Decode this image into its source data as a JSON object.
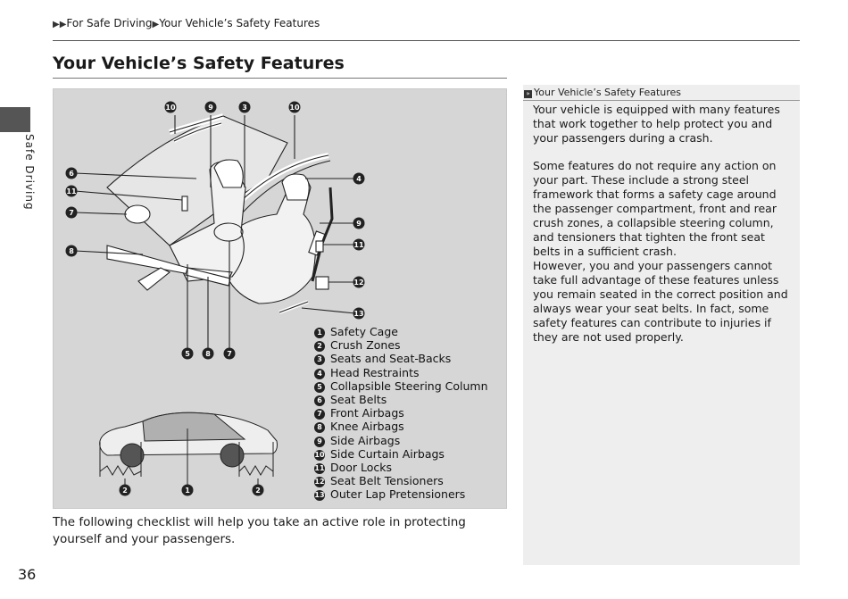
{
  "breadcrumb": {
    "items": [
      "For Safe Driving",
      "Your Vehicle’s Safety Features"
    ]
  },
  "title": "Your Vehicle’s Safety Features",
  "side_tab": "Safe Driving",
  "figure": {
    "callout_numbers": {
      "n1": "1",
      "n2": "2",
      "n3": "3",
      "n4": "4",
      "n5": "5",
      "n6": "6",
      "n7": "7",
      "n8": "8",
      "n9": "9",
      "n10": "10",
      "n11": "11",
      "n12": "12",
      "n13": "13"
    },
    "legend": [
      {
        "num": "1",
        "label": "Safety Cage"
      },
      {
        "num": "2",
        "label": "Crush Zones"
      },
      {
        "num": "3",
        "label": "Seats and Seat-Backs"
      },
      {
        "num": "4",
        "label": "Head Restraints"
      },
      {
        "num": "5",
        "label": "Collapsible Steering Column"
      },
      {
        "num": "6",
        "label": "Seat Belts"
      },
      {
        "num": "7",
        "label": "Front Airbags"
      },
      {
        "num": "8",
        "label": "Knee Airbags"
      },
      {
        "num": "9",
        "label": "Side Airbags"
      },
      {
        "num": "10",
        "label": "Side Curtain Airbags"
      },
      {
        "num": "11",
        "label": "Door Locks"
      },
      {
        "num": "12",
        "label": "Seat Belt Tensioners"
      },
      {
        "num": "13",
        "label": "Outer Lap Pretensioners"
      }
    ]
  },
  "body_text": "The following checklist will help you take an active role in protecting yourself and your passengers.",
  "page_number": "36",
  "sidebar": {
    "heading": "Your Vehicle’s Safety Features",
    "paragraphs": [
      "Your vehicle is equipped with many features that work together to help protect you and your passengers during a crash.",
      "Some features do not require any action on your part. These include a strong steel framework that forms a safety cage around the passenger compartment, front and rear crush zones, a collapsible steering column, and tensioners that tighten the front seat belts in a sufficient crash.",
      "However, you and your passengers cannot take full advantage of these features unless you remain seated in the correct position and always wear your seat belts. In fact, some safety features can contribute to injuries if they are not used properly."
    ]
  },
  "colors": {
    "figure_bg": "#d6d6d6",
    "sidebar_bg": "#eeeeee",
    "callout_fill": "#222222",
    "side_tab": "#555555"
  }
}
